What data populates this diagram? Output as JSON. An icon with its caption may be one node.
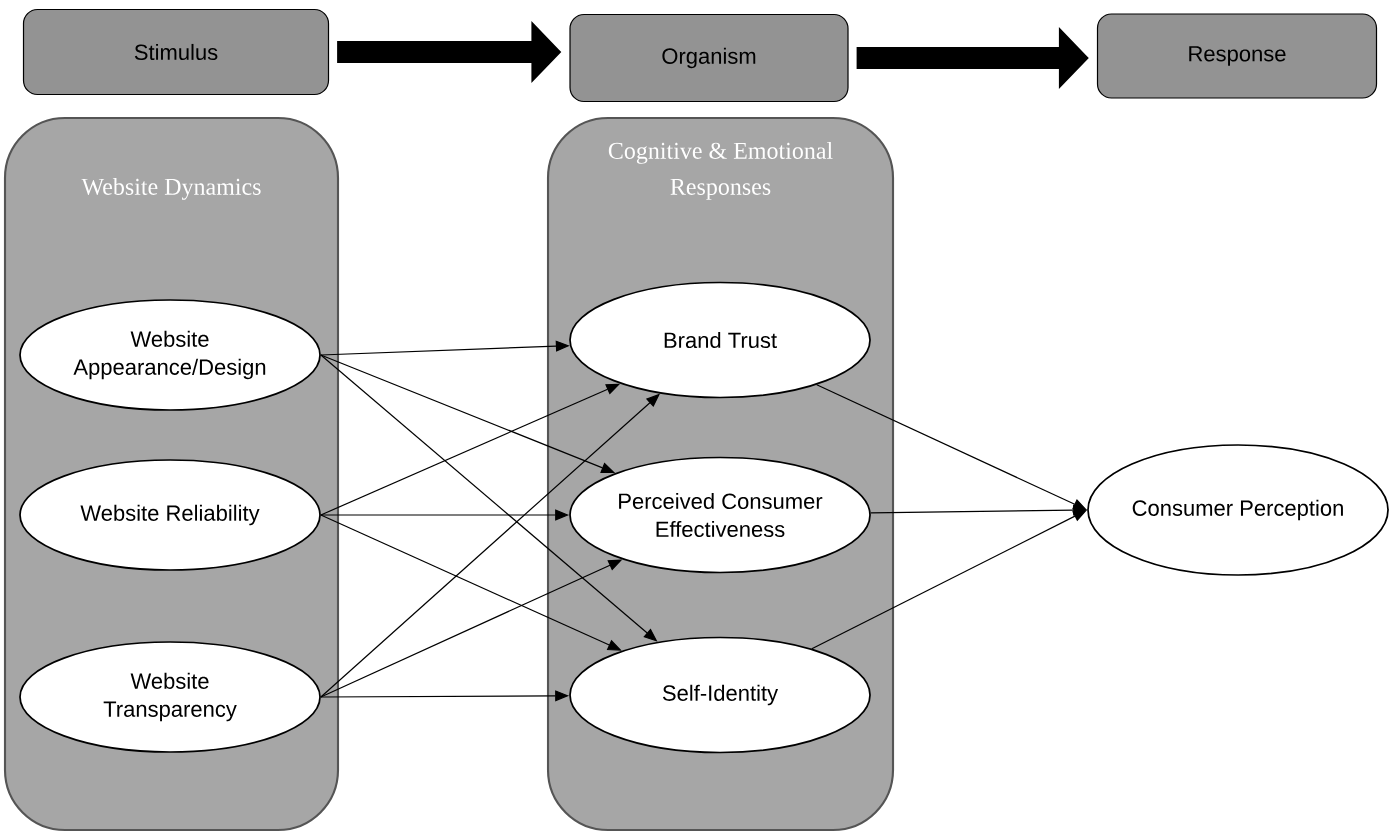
{
  "diagram": {
    "nodes": [
      {
        "text": [
          "Stimulus"
        ]
      },
      {
        "text": [
          "Organism"
        ]
      },
      {
        "text": [
          "Response"
        ]
      },
      {
        "text": [
          "Website Dynamics"
        ]
      },
      {
        "text": [
          "Website Appearance/Design"
        ],
        "in": 3
      },
      {
        "text": [
          "Website Reliability"
        ],
        "in": 3
      },
      {
        "text": [
          "Website Transparency"
        ],
        "in": 3
      },
      {
        "text": [
          "Cognitive & Emotional Responses"
        ]
      },
      {
        "text": [
          "Brand Trust"
        ],
        "in": 7
      },
      {
        "text": [
          "Perceived Consumer Effectiveness"
        ],
        "in": 7
      },
      {
        "text": [
          "Self-Identity"
        ],
        "in": 7
      },
      {
        "text": [
          "Consumer Perception"
        ]
      }
    ],
    "edges": [
      {
        "from": 0,
        "to": 1,
        "arrow": "to",
        "style": "thick"
      },
      {
        "from": 1,
        "to": 2,
        "arrow": "to",
        "style": "thick"
      },
      {
        "from": 4,
        "to": 8,
        "arrow": "to"
      },
      {
        "from": 4,
        "to": 9,
        "arrow": "to"
      },
      {
        "from": 4,
        "to": 10,
        "arrow": "to"
      },
      {
        "from": 5,
        "to": 8,
        "arrow": "to"
      },
      {
        "from": 5,
        "to": 9,
        "arrow": "to"
      },
      {
        "from": 5,
        "to": 10,
        "arrow": "to"
      },
      {
        "from": 6,
        "to": 8,
        "arrow": "to"
      },
      {
        "from": 6,
        "to": 9,
        "arrow": "to"
      },
      {
        "from": 6,
        "to": 10,
        "arrow": "to"
      },
      {
        "from": 8,
        "to": 11,
        "arrow": "to"
      },
      {
        "from": 9,
        "to": 11,
        "arrow": "to"
      },
      {
        "from": 10,
        "to": 11,
        "arrow": "to"
      }
    ]
  }
}
